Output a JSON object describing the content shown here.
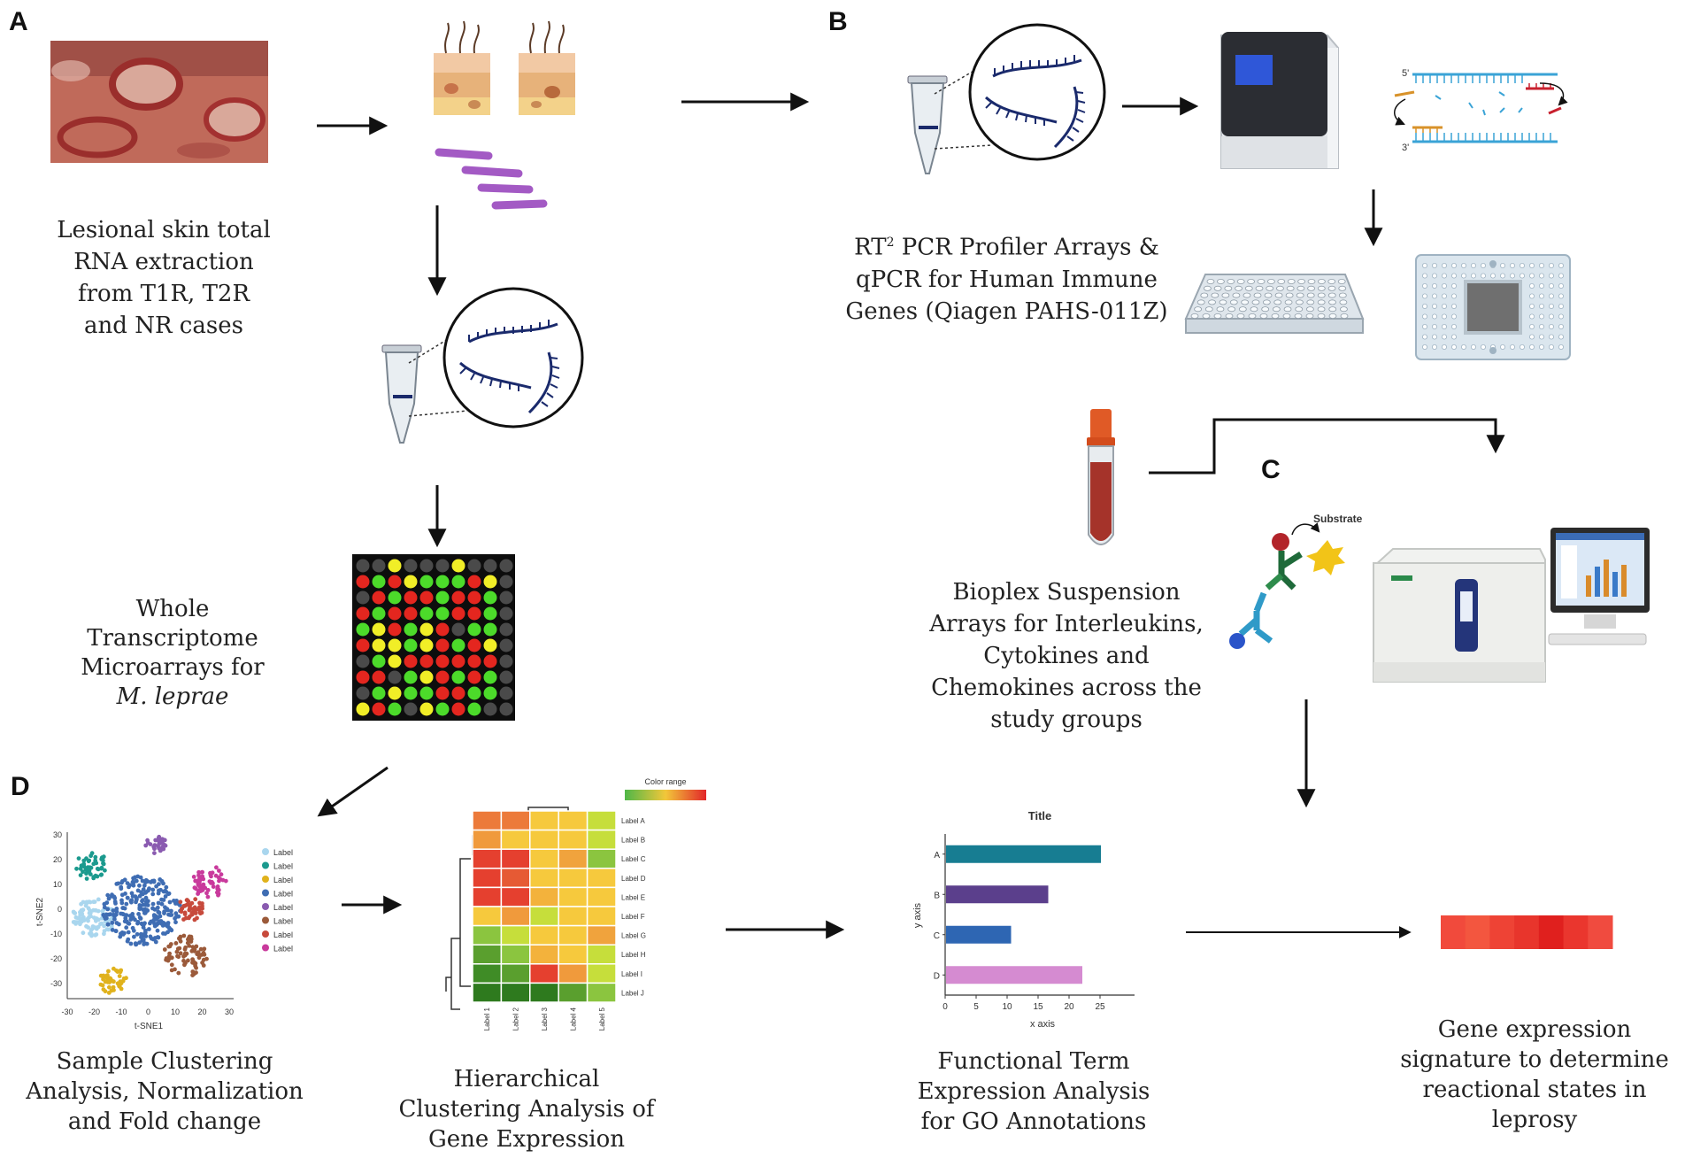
{
  "panels": {
    "a": "A",
    "b": "B",
    "c": "C",
    "d": "D"
  },
  "captions": {
    "lesional": "Lesional skin total RNA extraction from T1R, T2R and NR cases",
    "microarray_line1": "Whole Transcriptome Microarrays for",
    "microarray_italic": "M. leprae",
    "rt_pcr_line1": "RT",
    "rt_pcr_sup": "2",
    "rt_pcr_line2": " PCR Profiler Arrays & qPCR for Human Immune Genes (Qiagen PAHS-011Z)",
    "bioplex": "Bioplex Suspension Arrays for Interleukins, Cytokines and Chemokines across the study groups",
    "sample_clustering": "Sample Clustering Analysis, Normalization and Fold change",
    "hierarchical": "Hierarchical Clustering Analysis of Gene Expression",
    "functional": "Functional Term Expression Analysis for GO Annotations",
    "signature": "Gene expression signature to determine reactional states in leprosy"
  },
  "pcr_labels": {
    "five_prime": "5'",
    "three_prime": "3'"
  },
  "elisa_label": "Substrate",
  "tsne": {
    "xlabel": "t-SNE1",
    "ylabel": "t-SNE2",
    "xticks": [
      "-30",
      "-20",
      "-10",
      "0",
      "10",
      "20",
      "30"
    ],
    "yticks": [
      "30",
      "20",
      "10",
      "0",
      "-10",
      "-20",
      "-30"
    ],
    "legend": [
      "Label",
      "Label",
      "Label",
      "Label",
      "Label",
      "Label",
      "Label",
      "Label"
    ],
    "legend_colors": [
      "#a9d6ee",
      "#1b9a8e",
      "#e0b21c",
      "#3f6db3",
      "#8a5bb0",
      "#9b5a3a",
      "#c74a3c",
      "#c93a9c"
    ]
  },
  "heatmap": {
    "legend_title": "Color range",
    "row_labels": [
      "Label A",
      "Label B",
      "Label C",
      "Label D",
      "Label E",
      "Label F",
      "Label G",
      "Label H",
      "Label I",
      "Label J"
    ],
    "col_labels": [
      "Label 1",
      "Label 2",
      "Label 3",
      "Label 4",
      "Label 5"
    ],
    "cells": [
      [
        "#ec7a3a",
        "#ec7a3a",
        "#f6c93d",
        "#f6c93d",
        "#c6de3b"
      ],
      [
        "#f09a3c",
        "#f6c93d",
        "#f6c93d",
        "#f6c93d",
        "#c6de3b"
      ],
      [
        "#e5402f",
        "#e5402f",
        "#f6c93d",
        "#f0a33d",
        "#8bc53f"
      ],
      [
        "#e5402f",
        "#e65a34",
        "#f6c93d",
        "#f6c93d",
        "#f6c93d"
      ],
      [
        "#e5402f",
        "#e5402f",
        "#f3b23c",
        "#f6c93d",
        "#f6c93d"
      ],
      [
        "#f6c93d",
        "#f09a3c",
        "#c6de3b",
        "#f6c93d",
        "#f6c93d"
      ],
      [
        "#8bc53f",
        "#c6de3b",
        "#f6c93d",
        "#f6c93d",
        "#f0a33d"
      ],
      [
        "#5a9f2e",
        "#8bc53f",
        "#f3b23c",
        "#f6c93d",
        "#c6de3b"
      ],
      [
        "#3f8c26",
        "#5a9f2e",
        "#e5402f",
        "#f09a3c",
        "#c6de3b"
      ],
      [
        "#2e7a1e",
        "#2e7a1e",
        "#2e7a1e",
        "#5a9f2e",
        "#8bc53f"
      ]
    ]
  },
  "chart_data": {
    "type": "bar",
    "title": "Title",
    "xlabel": "x axis",
    "ylabel": "y axis",
    "categories": [
      "A",
      "B",
      "C",
      "D"
    ],
    "values": [
      25,
      16.5,
      10.5,
      22
    ],
    "colors": [
      "#177d92",
      "#5b3f8c",
      "#2e66b3",
      "#d58bd1"
    ],
    "xlim": [
      0,
      30
    ],
    "xticks": [
      "0",
      "5",
      "10",
      "15",
      "20",
      "25"
    ],
    "orientation": "horizontal",
    "grid": false
  },
  "signature_colors": [
    "#f14a3c",
    "#f3563f",
    "#ee4335",
    "#e8352c",
    "#e0201e",
    "#ea362e",
    "#f04b3f"
  ],
  "microarray": {
    "colors": {
      "R": "#e4261f",
      "G": "#4cdb2a",
      "Y": "#f1ee27",
      "K": "#4a4a4a"
    },
    "grid": [
      "KKYKKKYKKK",
      "RGRYGGGRYK",
      "KRGRRGRRGK",
      "RGRRGGRRGK",
      "GYRGYRKGGK",
      "RYYGYRGRYK",
      "KGYRRRRRRK",
      "RRKGYRGRGK",
      "KGYGGRRGGK",
      "YRGKYGRGKK"
    ]
  }
}
